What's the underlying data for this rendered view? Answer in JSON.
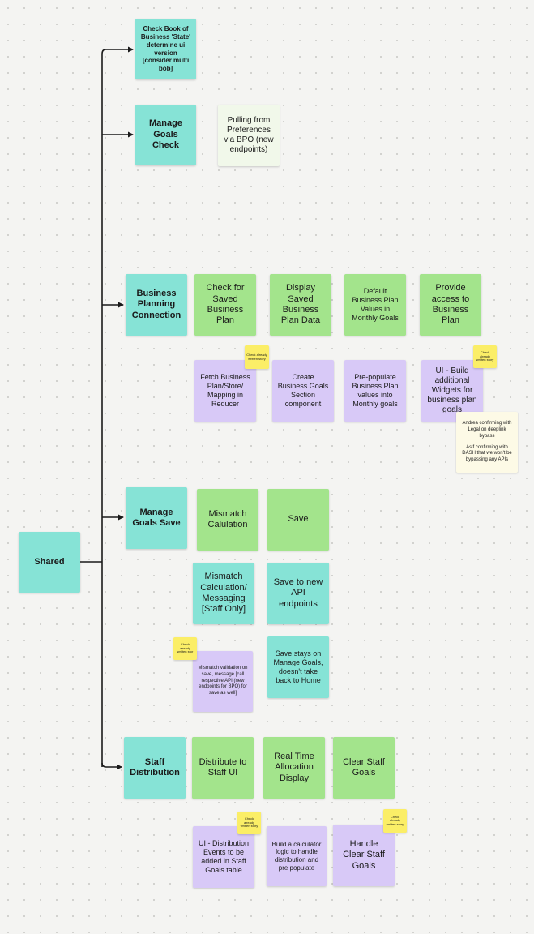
{
  "notes": {
    "shared": "Shared",
    "check_bob": "Check Book of Business 'State' determine ui version [consider multi bob]",
    "manage_goals_check": "Manage Goals Check",
    "pulling_prefs": "Pulling from Preferences via BPO (new endpoints)",
    "bp_connection": "Business Planning Connection",
    "check_saved_bp": "Check for Saved Business Plan",
    "display_saved_bp": "Display Saved Business Plan Data",
    "default_bp_values": "Default Business Plan Values in Monthly Goals",
    "provide_access_bp": "Provide access to Business Plan",
    "fetch_bp": "Fetch Business Plan/Store/ Mapping in Reducer",
    "create_bp_goals": "Create Business Goals Section component",
    "prepopulate_bp": "Pre-populate Business Plan values into Monthly goals",
    "ui_build_widgets": "UI - Build additional Widgets for business plan goals",
    "andrea_note_1": "Andrea confirming with Legal on deeplink bypass",
    "andrea_note_2": "Asif confirming with DASH that we won't be bypassing any APIs",
    "manage_goals_save": "Manage Goals Save",
    "mismatch_calc": "Mismatch Calulation",
    "save": "Save",
    "mismatch_msg": "Mismatch Calculation/ Messaging [Staff Only]",
    "save_new_api": "Save to new API endpoints",
    "mismatch_validation": "Mismatch validation on save, message [call respective API (new endpoints for BPO) for save as well]",
    "save_stays": "Save stays on Manage Goals, doesn't take back to Home",
    "staff_distribution": "Staff Distribution",
    "distribute_staff_ui": "Distribute to Staff UI",
    "realtime_alloc": "Real Time Allocation Display",
    "clear_staff_goals": "Clear Staff Goals",
    "ui_distribution_events": "UI - Distribution Events to be added in Staff Goals table",
    "build_calculator": "Build a calculator logic to handle distribution and pre populate",
    "handle_clear_staff": "Handle Clear Staff Goals",
    "sticky_check_1": "Check already written story",
    "sticky_check_2": "Check already written story",
    "sticky_check_3": "Check already written stor",
    "sticky_check_4": "Check already written story",
    "sticky_check_5": "Check already written story"
  },
  "colors": {
    "teal": "#86e3d6",
    "green": "#a3e48c",
    "purple": "#d8c9f7",
    "yellow": "#fbee67",
    "connector": "#1a1a1a"
  }
}
